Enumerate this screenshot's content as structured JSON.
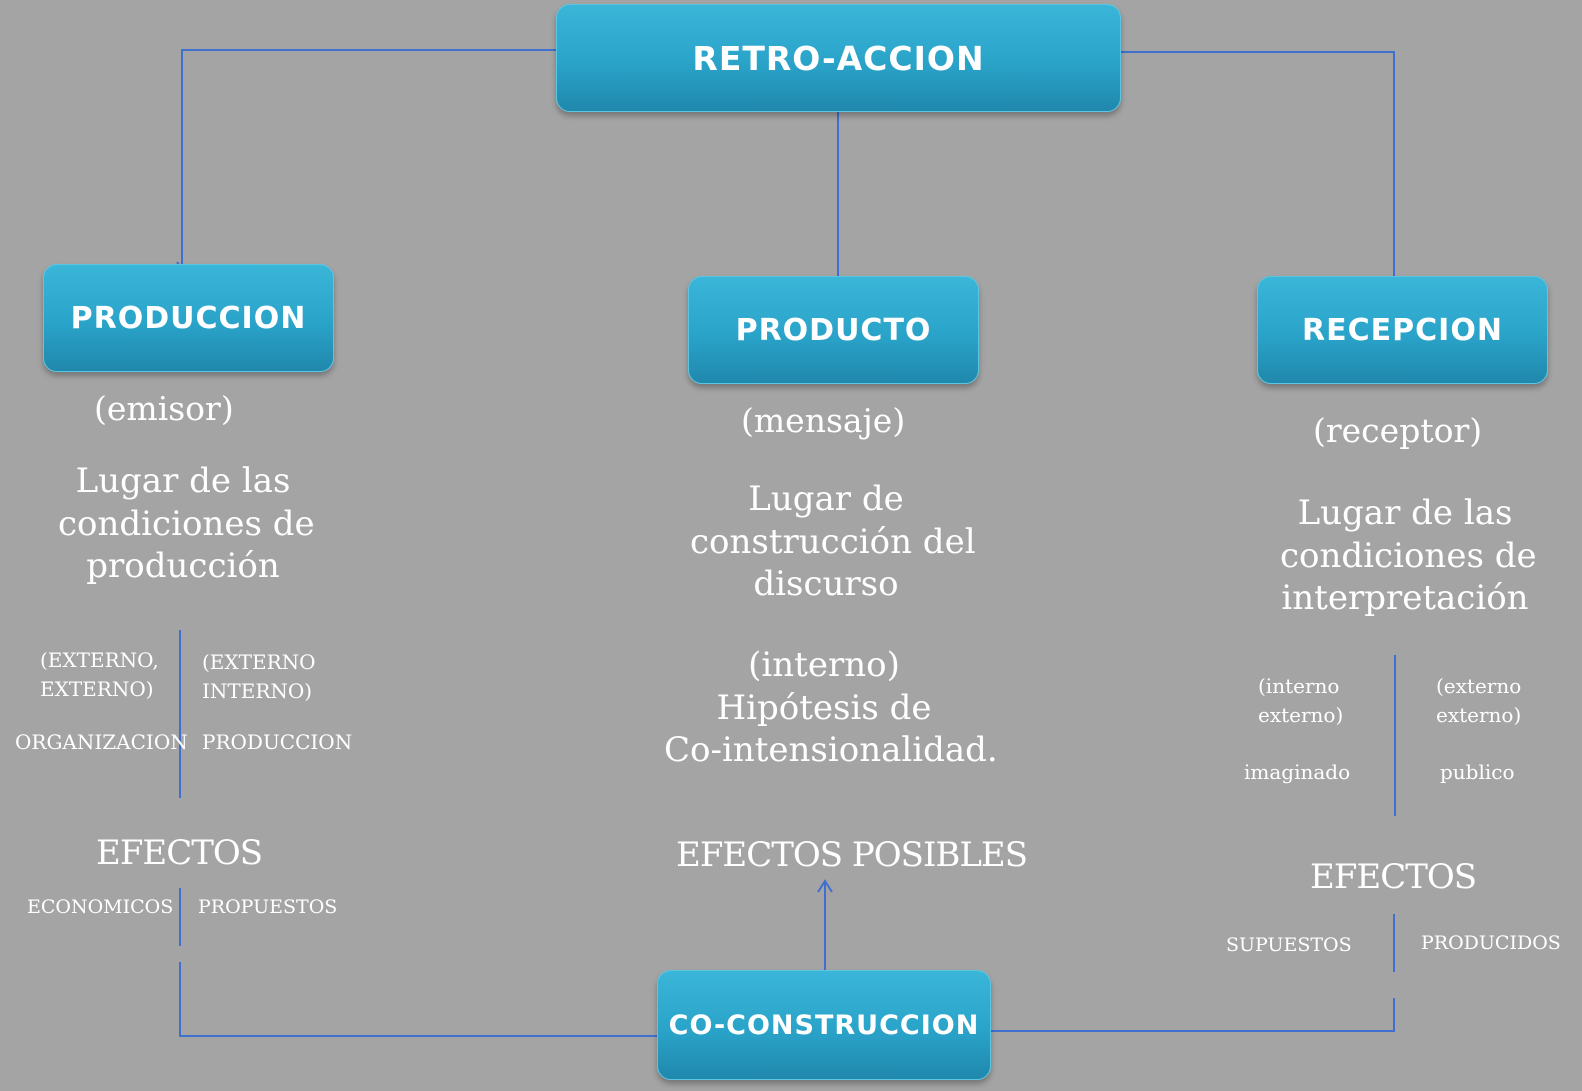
{
  "nodes": {
    "retro": "RETRO-ACCION",
    "produccion": "PRODUCCION",
    "producto": "PRODUCTO",
    "recepcion": "RECEPCION",
    "coconstruccion": "CO-CONSTRUCCION"
  },
  "left": {
    "role": "(emisor)",
    "desc_1": "Lugar de las",
    "desc_2": "condiciones de",
    "desc_3": "producción",
    "col1_1": "(EXTERNO,",
    "col1_2": "EXTERNO)",
    "col1_3": "ORGANIZACION",
    "col2_1": "(EXTERNO",
    "col2_2": "INTERNO)",
    "col2_3": "PRODUCCION",
    "effects": "EFECTOS",
    "eff_1": "ECONOMICOS",
    "eff_2": "PROPUESTOS"
  },
  "center": {
    "role": "(mensaje)",
    "desc_1": "Lugar de",
    "desc_2": "construcción del",
    "desc_3": "discurso",
    "inner": "(interno)",
    "hyp_1": "Hipótesis de",
    "hyp_2": "Co-intensionalidad.",
    "effects": "EFECTOS POSIBLES"
  },
  "right": {
    "role": "(receptor)",
    "desc_1": "Lugar de las",
    "desc_2": "condiciones de",
    "desc_3": "interpretación",
    "col1_1": "(interno",
    "col1_2": "externo)",
    "col1_3": "imaginado",
    "col2_1": "(externo",
    "col2_2": "externo)",
    "col2_3": "publico",
    "effects": "EFECTOS",
    "eff_1": "SUPUESTOS",
    "eff_2": "PRODUCIDOS"
  },
  "colors": {
    "background": "#a4a4a4",
    "box": "#2aa3c9",
    "connector": "#3f6fcf"
  }
}
